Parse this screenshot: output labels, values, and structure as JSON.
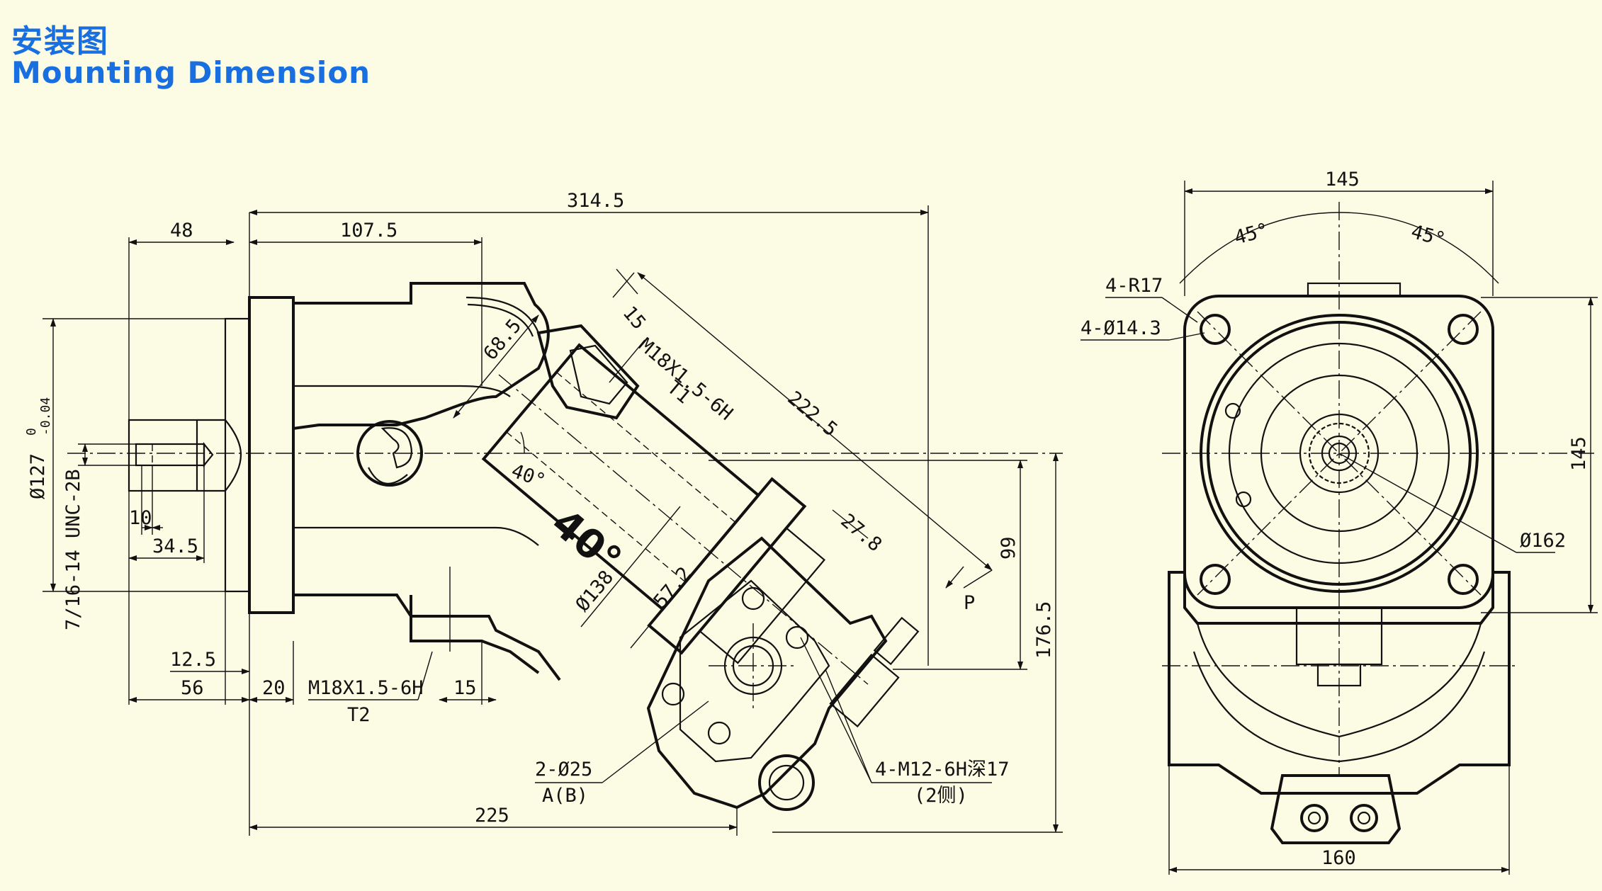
{
  "title": {
    "chinese": "安装图",
    "english": "Mounting Dimension"
  },
  "side_view": {
    "dim_overall_length": "314.5",
    "dim_48": "48",
    "dim_107_5": "107.5",
    "dim_15_top": "15",
    "dim_68_5": "68.5",
    "port_t1_thread": "M18X1.5-6H",
    "port_t1_label": "T1",
    "dim_222_5": "222.5",
    "angle_40_small": "40°",
    "angle_40_big": "40°",
    "dim_dia_138": "Ø138",
    "dim_57_2": "57.2",
    "dim_27_8": "27.8",
    "port_p_label": "P",
    "dim_99": "99",
    "dim_176_5": "176.5",
    "shaft_diameter": "Ø127",
    "shaft_tol_upper": "0",
    "shaft_tol_lower": "-0.04",
    "shaft_thread": "7/16-14 UNC-2B",
    "dim_10": "10",
    "dim_34_5": "34.5",
    "dim_12_5": "12.5",
    "dim_56": "56",
    "dim_20": "20",
    "port_t2_thread": "M18X1.5-6H",
    "port_t2_label": "T2",
    "dim_15_bottom": "15",
    "port_ab_dia": "2-Ø25",
    "port_ab_label": "A(B)",
    "dim_225": "225",
    "bolt_thread": "4-M12-6H深17",
    "bolt_note": "(2侧)"
  },
  "front_view": {
    "dim_width_145": "145",
    "angle_left": "45°",
    "angle_right": "45°",
    "corner_radius": "4-R17",
    "hole_dia": "4-Ø14.3",
    "dim_height_145": "145",
    "pitch_dia": "Ø162",
    "dim_160": "160"
  }
}
